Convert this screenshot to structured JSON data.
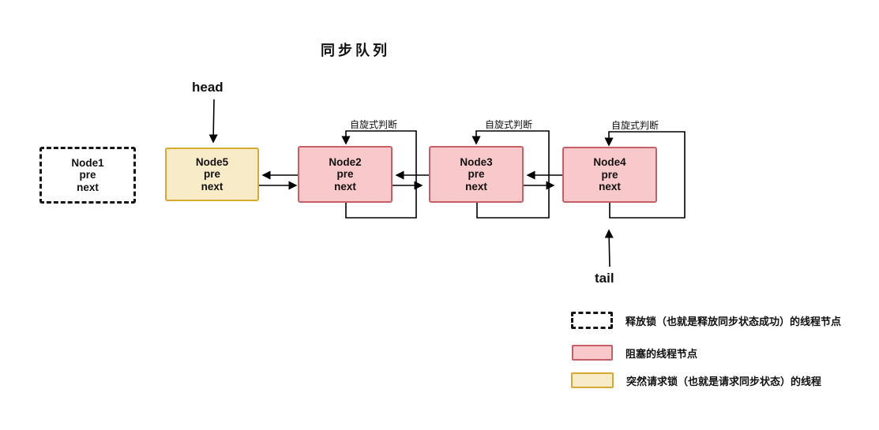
{
  "title": "同步队列",
  "pointers": {
    "head": "head",
    "tail": "tail"
  },
  "labels": {
    "spin": "自旋式判断"
  },
  "nodes": [
    {
      "name": "Node1",
      "pre": "pre",
      "next": "next",
      "type": "released"
    },
    {
      "name": "Node5",
      "pre": "pre",
      "next": "next",
      "type": "requesting"
    },
    {
      "name": "Node2",
      "pre": "pre",
      "next": "next",
      "type": "blocked"
    },
    {
      "name": "Node3",
      "pre": "pre",
      "next": "next",
      "type": "blocked"
    },
    {
      "name": "Node4",
      "pre": "pre",
      "next": "next",
      "type": "blocked"
    }
  ],
  "legend": [
    {
      "swatch": "dashed-white-box",
      "label": "释放锁（也就是释放同步状态成功）的线程节点"
    },
    {
      "swatch": "pink-box",
      "label": "阻塞的线程节点"
    },
    {
      "swatch": "yellow-box",
      "label": "突然请求锁（也就是请求同步状态）的线程"
    }
  ],
  "colors": {
    "blocked_fill": "#f9c8ca",
    "blocked_border": "#c75f66",
    "requesting_fill": "#f8ecc8",
    "requesting_border": "#d8a931",
    "released_border": "#151515",
    "line": "#000000",
    "background": "#ffffff"
  }
}
